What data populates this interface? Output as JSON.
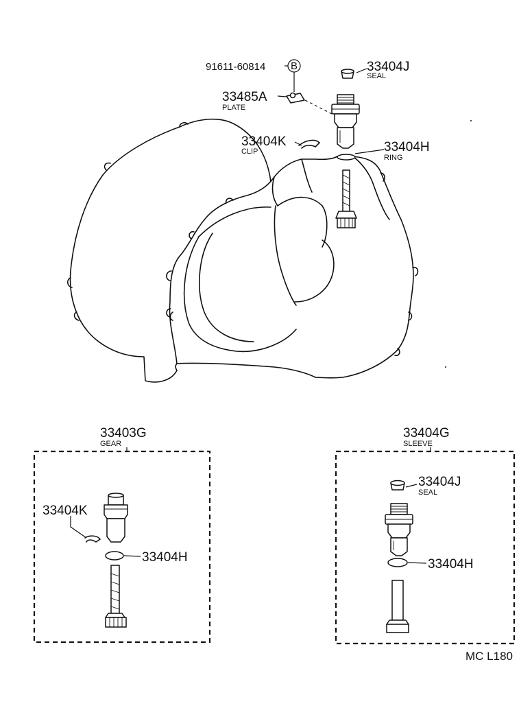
{
  "main_assembly": {
    "bolt": {
      "part_no": "91611-60814",
      "symbol": "B"
    },
    "seal": {
      "part_no": "33404J",
      "name": "SEAL"
    },
    "plate": {
      "part_no": "33485A",
      "name": "PLATE"
    },
    "clip": {
      "part_no": "33404K",
      "name": "CLIP"
    },
    "ring": {
      "part_no": "33404H",
      "name": "RING"
    }
  },
  "gear_box": {
    "part_no": "33403G",
    "name": "GEAR",
    "clip_label": "33404K",
    "ring_label": "33404H"
  },
  "sleeve_box": {
    "part_no": "33404G",
    "name": "SLEEVE",
    "seal_label": "33404J",
    "seal_name": "SEAL",
    "ring_label": "33404H"
  },
  "diagram_code": "MC L180"
}
